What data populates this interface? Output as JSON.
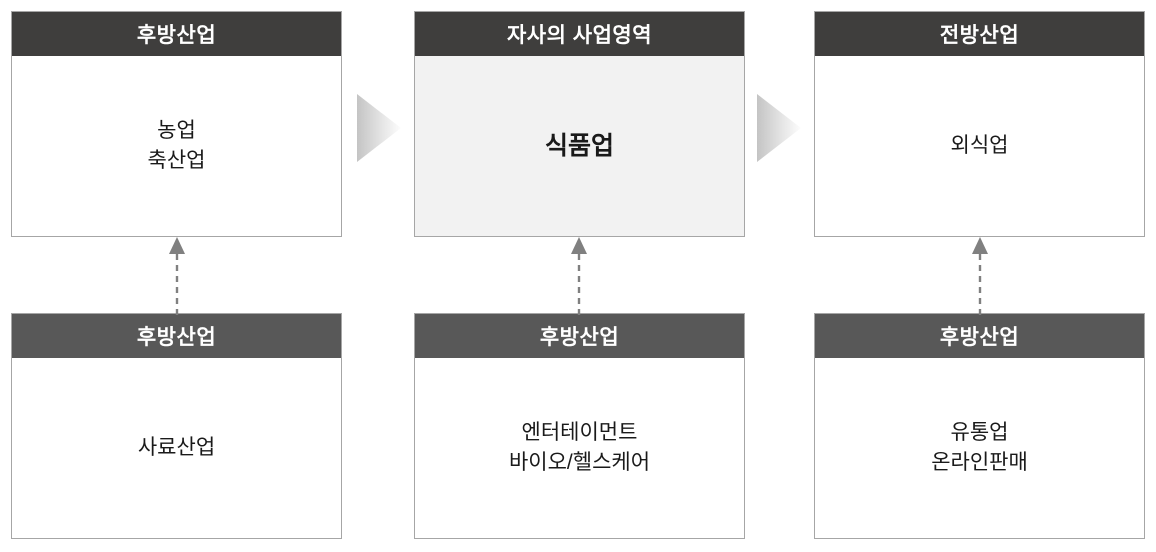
{
  "diagram": {
    "title": "Value chain / industry linkage diagram",
    "colors": {
      "header_top": "#3f3e3d",
      "header_bottom": "#585858",
      "header_text": "#ffffff",
      "box_border": "#a6a6a6",
      "box_fill": "#ffffff",
      "highlight_fill": "#f2f2f2",
      "connector": "#808080",
      "arrow_gradient_start": "#c9c9c9",
      "arrow_gradient_end": "#ffffff"
    },
    "top_row": [
      {
        "header": "후방산업",
        "lines": [
          "농업",
          "축산업"
        ],
        "highlight": false
      },
      {
        "header": "자사의 사업영역",
        "lines": [
          "식품업"
        ],
        "highlight": true
      },
      {
        "header": "전방산업",
        "lines": [
          "외식업"
        ],
        "highlight": false
      }
    ],
    "bottom_row": [
      {
        "header": "후방산업",
        "lines": [
          "사료산업"
        ],
        "highlight": false
      },
      {
        "header": "후방산업",
        "lines": [
          "엔터테이먼트",
          "바이오/헬스케어"
        ],
        "highlight": false
      },
      {
        "header": "후방산업",
        "lines": [
          "유통업",
          "온라인판매"
        ],
        "highlight": false
      }
    ],
    "connectors": {
      "horizontal_arrows": 2,
      "vertical_arrows": 3,
      "vertical_style": "dashed",
      "vertical_direction": "up"
    }
  }
}
